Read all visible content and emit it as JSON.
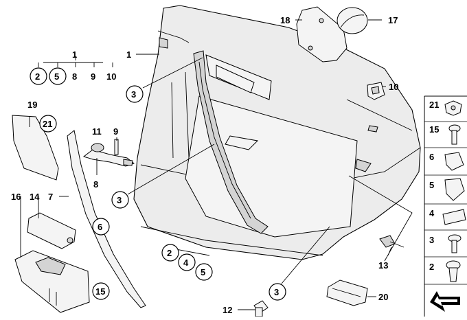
{
  "callouts": {
    "c1_top": "1",
    "c2_top": "2",
    "c5_top": "5",
    "c8_top": "8",
    "c9_top": "9",
    "c10_top": "10",
    "c1_panel": "1",
    "c3_upper": "3",
    "c3_mid": "3",
    "c3_bottom": "3",
    "c18": "18",
    "c17": "17",
    "c10_clip": "10",
    "c19": "19",
    "c21_trim": "21",
    "c11": "11",
    "c9_pin": "9",
    "c8_handle": "8",
    "c16": "16",
    "c14": "14",
    "c7": "7",
    "c6": "6",
    "c15": "15",
    "c2_low": "2",
    "c4_low": "4",
    "c5_low": "5",
    "c13": "13",
    "c12": "12",
    "c20": "20"
  },
  "legend": {
    "items": [
      "21",
      "15",
      "6",
      "5",
      "4",
      "3",
      "2"
    ]
  },
  "icons": {
    "next_arrow": "arrow-icon"
  },
  "colors": {
    "stroke": "#000000",
    "part_fill": "#ececec",
    "background": "#ffffff"
  }
}
